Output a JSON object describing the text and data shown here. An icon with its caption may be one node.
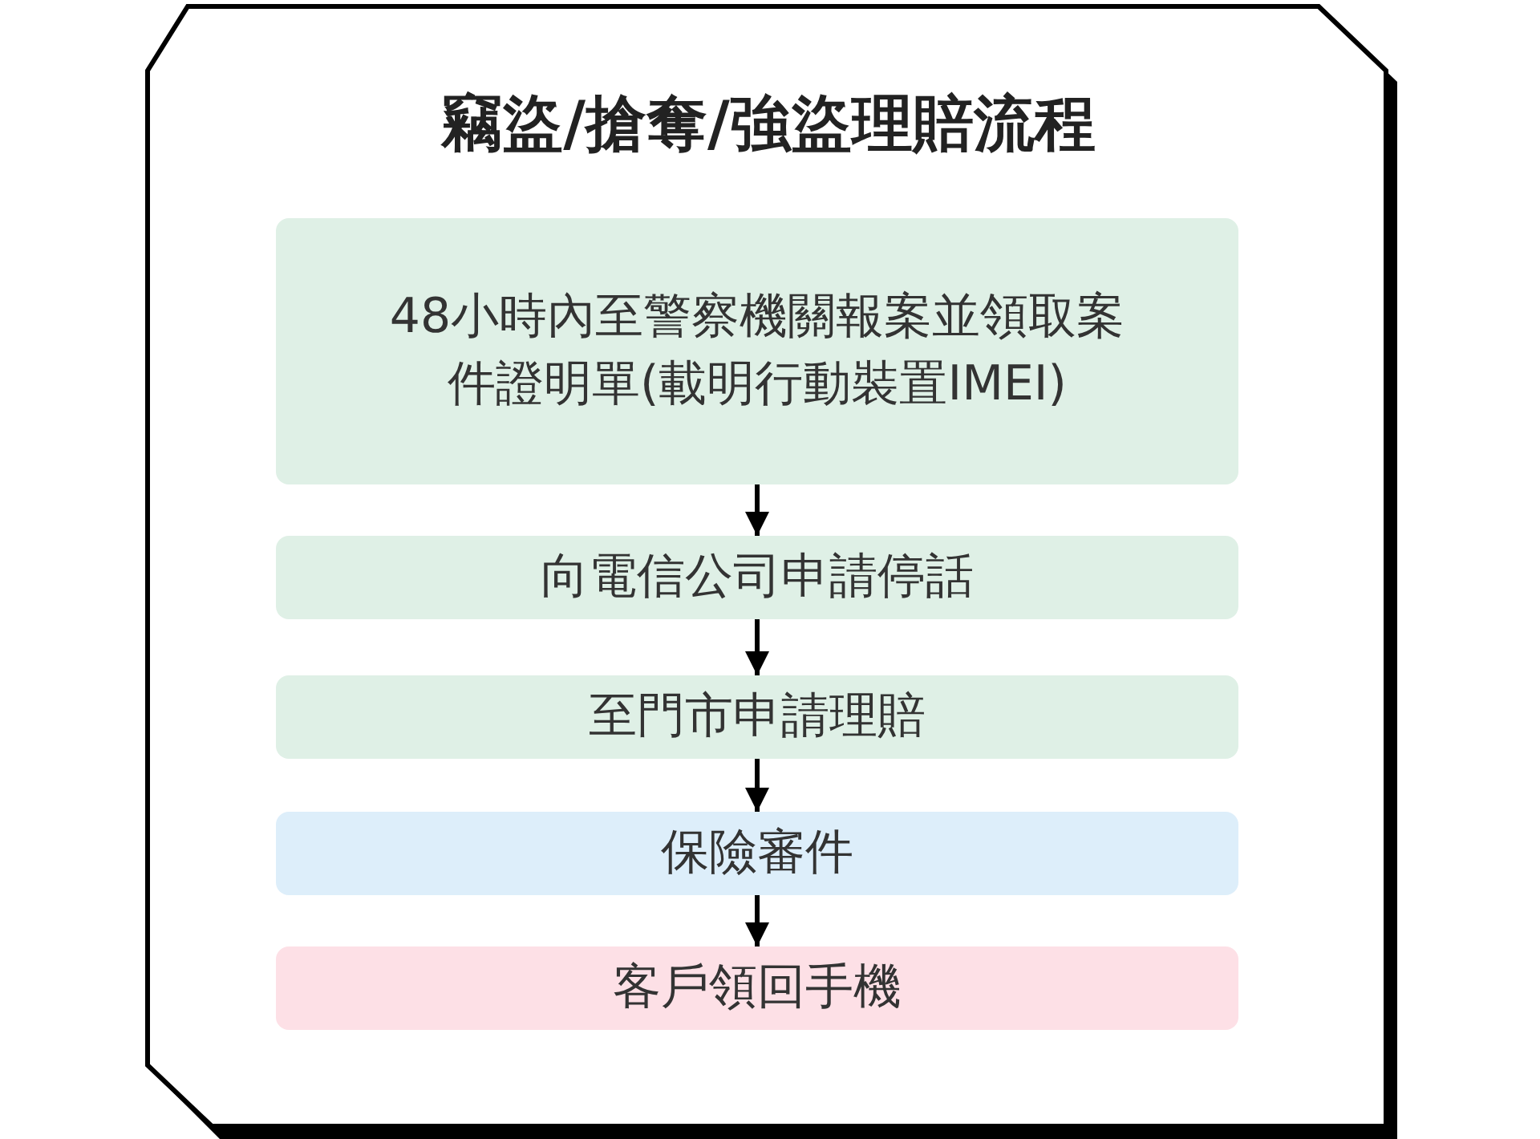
{
  "diagram": {
    "title": "竊盜/搶奪/強盜理賠流程",
    "nodes": [
      {
        "text": [
          "48小時內至警察機關報案並領取案件證明單(載明行動裝置IMEI)"
        ]
      },
      {
        "text": [
          "向電信公司申請停話"
        ]
      },
      {
        "text": [
          "至門市申請理賠"
        ]
      },
      {
        "text": [
          "保險審件"
        ]
      },
      {
        "text": [
          "客戶領回手機"
        ]
      }
    ],
    "edges": [
      {
        "from": 0,
        "to": 1,
        "arrow": "to"
      },
      {
        "from": 1,
        "to": 2,
        "arrow": "to"
      },
      {
        "from": 2,
        "to": 3,
        "arrow": "to"
      },
      {
        "from": 3,
        "to": 4,
        "arrow": "to"
      }
    ]
  }
}
